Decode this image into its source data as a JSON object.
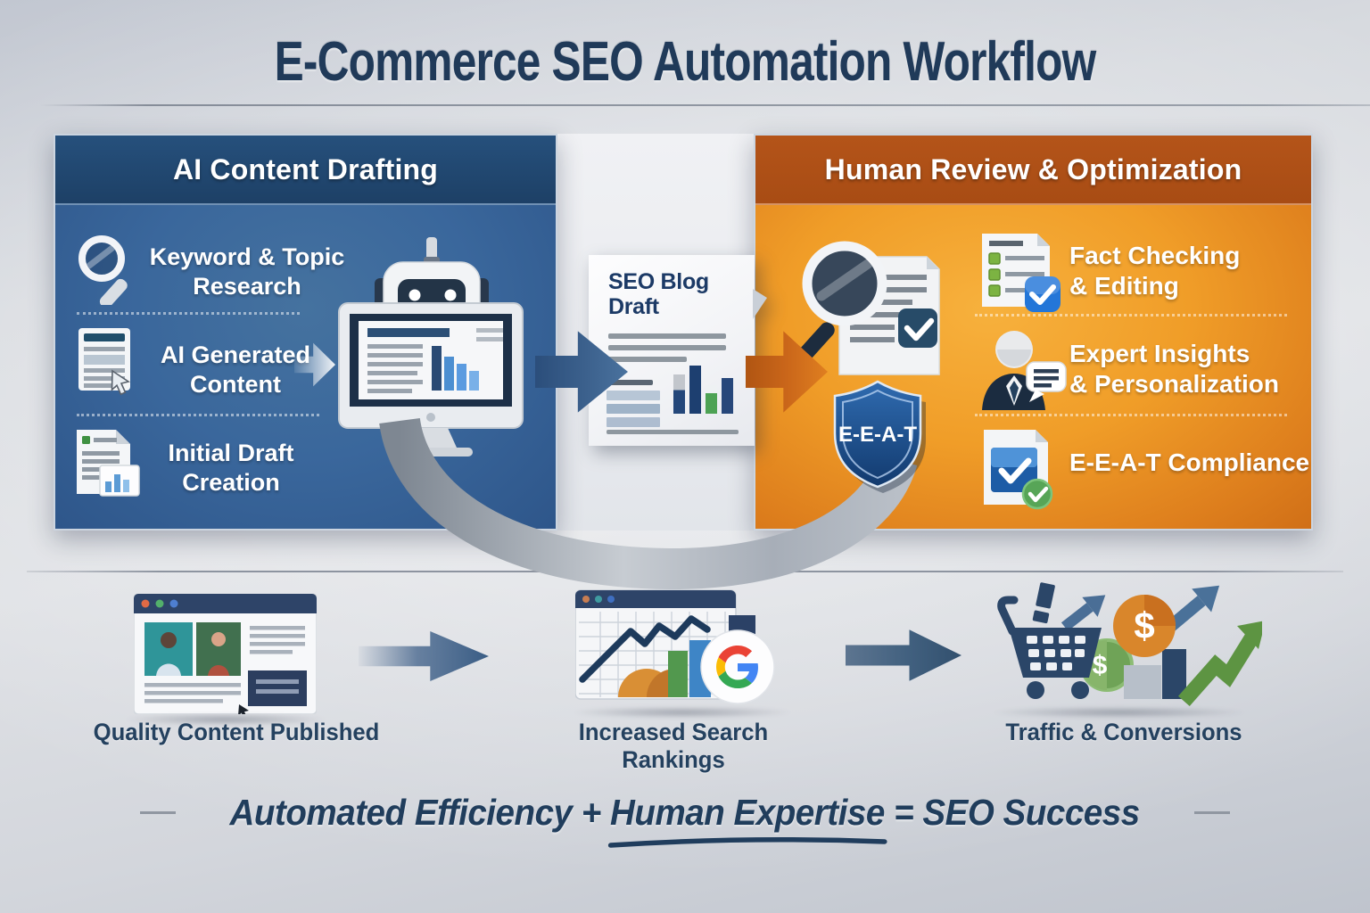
{
  "title": "E-Commerce SEO Automation Workflow",
  "left_panel": {
    "header": "AI Content Drafting",
    "items": [
      {
        "icon": "magnifier-icon",
        "label": "Keyword & Topic\nResearch"
      },
      {
        "icon": "document-cursor-icon",
        "label": "AI Generated\nContent"
      },
      {
        "icon": "document-chart-icon",
        "label": "Initial Draft\nCreation"
      }
    ],
    "illustration": "robot-computer-icon"
  },
  "flow": {
    "draft_document_title": "SEO Blog\nDraft"
  },
  "right_panel": {
    "header": "Human Review & Optimization",
    "shield_label": "E-E-A-T",
    "badge_icons": [
      "magnifier-document-icon",
      "eeat-shield-icon"
    ],
    "items": [
      {
        "icon": "checklist-check-icon",
        "label": "Fact Checking\n& Editing"
      },
      {
        "icon": "expert-person-icon",
        "label": "Expert Insights\n& Personalization"
      },
      {
        "icon": "compliance-check-icon",
        "label": "E-E-A-T Compliance"
      }
    ]
  },
  "results": [
    {
      "icon": "published-webpage-icon",
      "label": "Quality Content Published"
    },
    {
      "icon": "search-rankings-chart-icon",
      "logo": "google-g-logo",
      "label": "Increased Search Rankings"
    },
    {
      "icon": "cart-traffic-icon",
      "label": "Traffic & Conversions"
    }
  ],
  "symbols": {
    "dollar": "$"
  },
  "tagline": {
    "pre": "Automated Efficiency + ",
    "highlight": "Human Expertise",
    "post": " = SEO Success"
  },
  "colors": {
    "title_text": "#203a59",
    "panel_blue_header": "#1d4066",
    "panel_blue_body": "#3a679c",
    "panel_orange_header": "#a84c14",
    "panel_orange_body": "#f09d28",
    "flow_arrow_blue": "#3c618d",
    "flow_arrow_orange": "#ca661a",
    "shield_blue": "#1d4f86",
    "google_blue": "#4285F4",
    "google_red": "#EA4335",
    "google_yellow": "#FBBC05",
    "google_green": "#34A853"
  }
}
